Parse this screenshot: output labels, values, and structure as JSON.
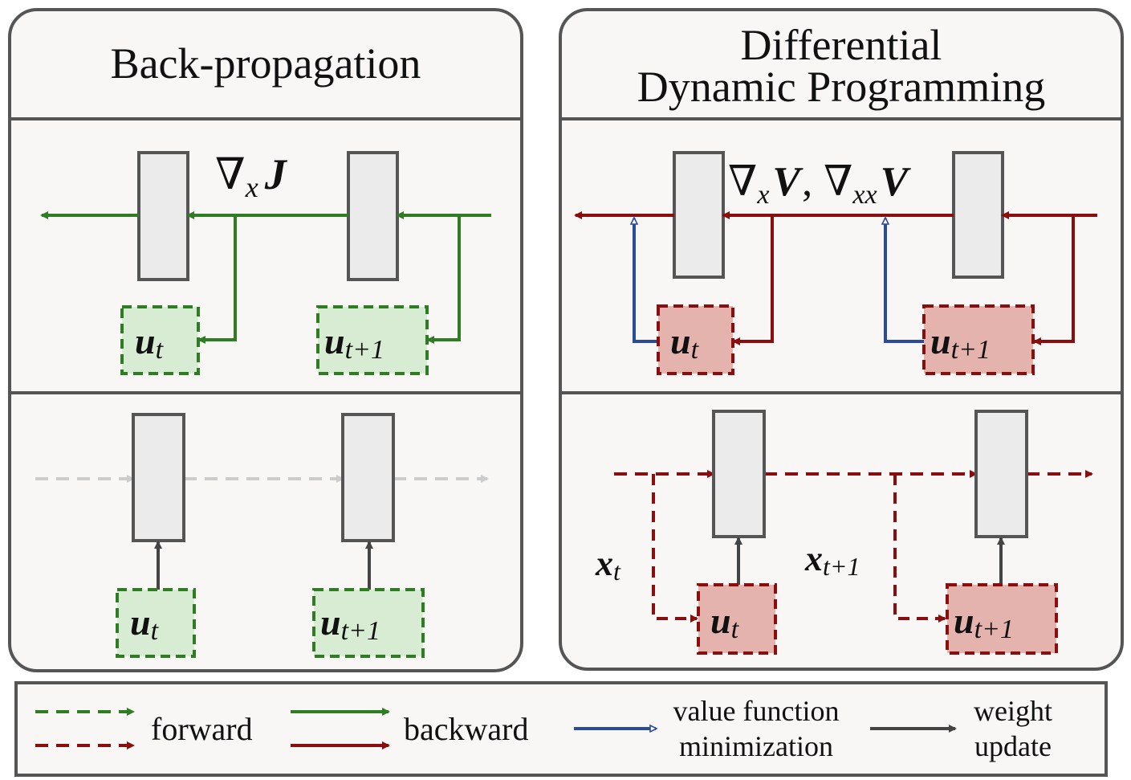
{
  "panels": {
    "bp": {
      "title": "Back-propagation"
    },
    "ddp": {
      "title_line1": "Differential",
      "title_line2": "Dynamic Programming"
    }
  },
  "math": {
    "grad_symbol": "∇",
    "bp_grad_sub": "x",
    "bp_grad_var": "J",
    "ddp_grad_sub1": "x",
    "ddp_grad_var1": "V",
    "ddp_sep": ",",
    "ddp_grad_sub2": "xx",
    "ddp_grad_var2": "V",
    "u": "u",
    "x": "x",
    "sub_t": "t",
    "sub_t1": "t+1"
  },
  "legend": {
    "forward": "forward",
    "backward": "backward",
    "value_line1": "value function",
    "value_line2": "minimization",
    "weight_line1": "weight",
    "weight_line2": "update"
  },
  "colors": {
    "green": "#2e7d22",
    "red": "#8b0e0e",
    "blue": "#2a4a9a",
    "gray_arrow": "#444444",
    "light_gray_arrow": "#cccccc",
    "panel_bg": "#f8f7f6",
    "panel_border": "#555555",
    "layer_fill": "#ebebeb",
    "green_fill": "#d8ecd3",
    "red_fill": "#e4b3ae"
  }
}
